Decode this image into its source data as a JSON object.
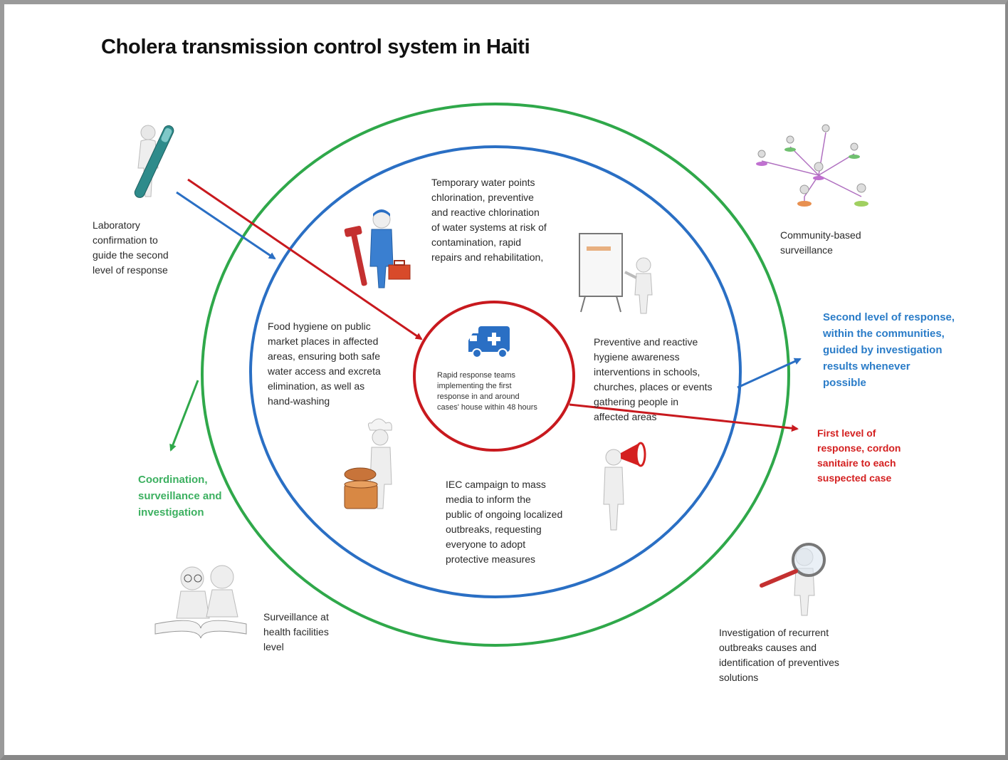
{
  "title": "Cholera transmission control system in Haiti",
  "center": {
    "text": "Rapid response teams\nimplementing the first\nresponse in and around\ncases' house within 48 hours"
  },
  "blocks": {
    "lab": "Laboratory\nconfirmation to\nguide the second\nlevel of response",
    "water": "Temporary water points\nchlorination, preventive\nand reactive chlorination\nof water systems at risk of\ncontamination, rapid\nrepairs and rehabilitation,",
    "community": "Community-based\nsurveillance",
    "food": "Food hygiene on public\nmarket places in affected\nareas, ensuring both safe\nwater access and excreta\nelimination, as well as\nhand-washing",
    "hygiene": "Preventive and reactive\nhygiene awareness\ninterventions in schools,\nchurches, places or events\ngathering people in\naffected areas",
    "iec": "IEC campaign to mass\nmedia to inform the\npublic of ongoing localized\noutbreaks, requesting\neveryone to adopt\nprotective measures",
    "second_level": "Second level of response,\nwithin the communities,\nguided by investigation\nresults whenever\npossible",
    "first_level": "First level of\nresponse, cordon\nsanitaire to each\nsuspected case",
    "coordination": "Coordination,\nsurveillance and\ninvestigation",
    "health_facilities": "Surveillance at\nhealth facilities\nlevel",
    "investigation": "Investigation of recurrent\noutbreaks causes and\nidentification of preventives\nsolutions"
  },
  "colors": {
    "outer_ring": "#2fa84a",
    "middle_ring": "#2a6fc4",
    "inner_ring": "#c8191e",
    "blue_text": "#2a7cc8",
    "red_text": "#d42020",
    "green_text": "#3cb060"
  },
  "icons": [
    "ambulance-icon",
    "test-tube-figure-icon",
    "plumber-figure-icon",
    "whiteboard-figure-icon",
    "network-figure-icon",
    "chef-figure-icon",
    "megaphone-figure-icon",
    "reading-figures-icon",
    "magnifier-figure-icon"
  ]
}
